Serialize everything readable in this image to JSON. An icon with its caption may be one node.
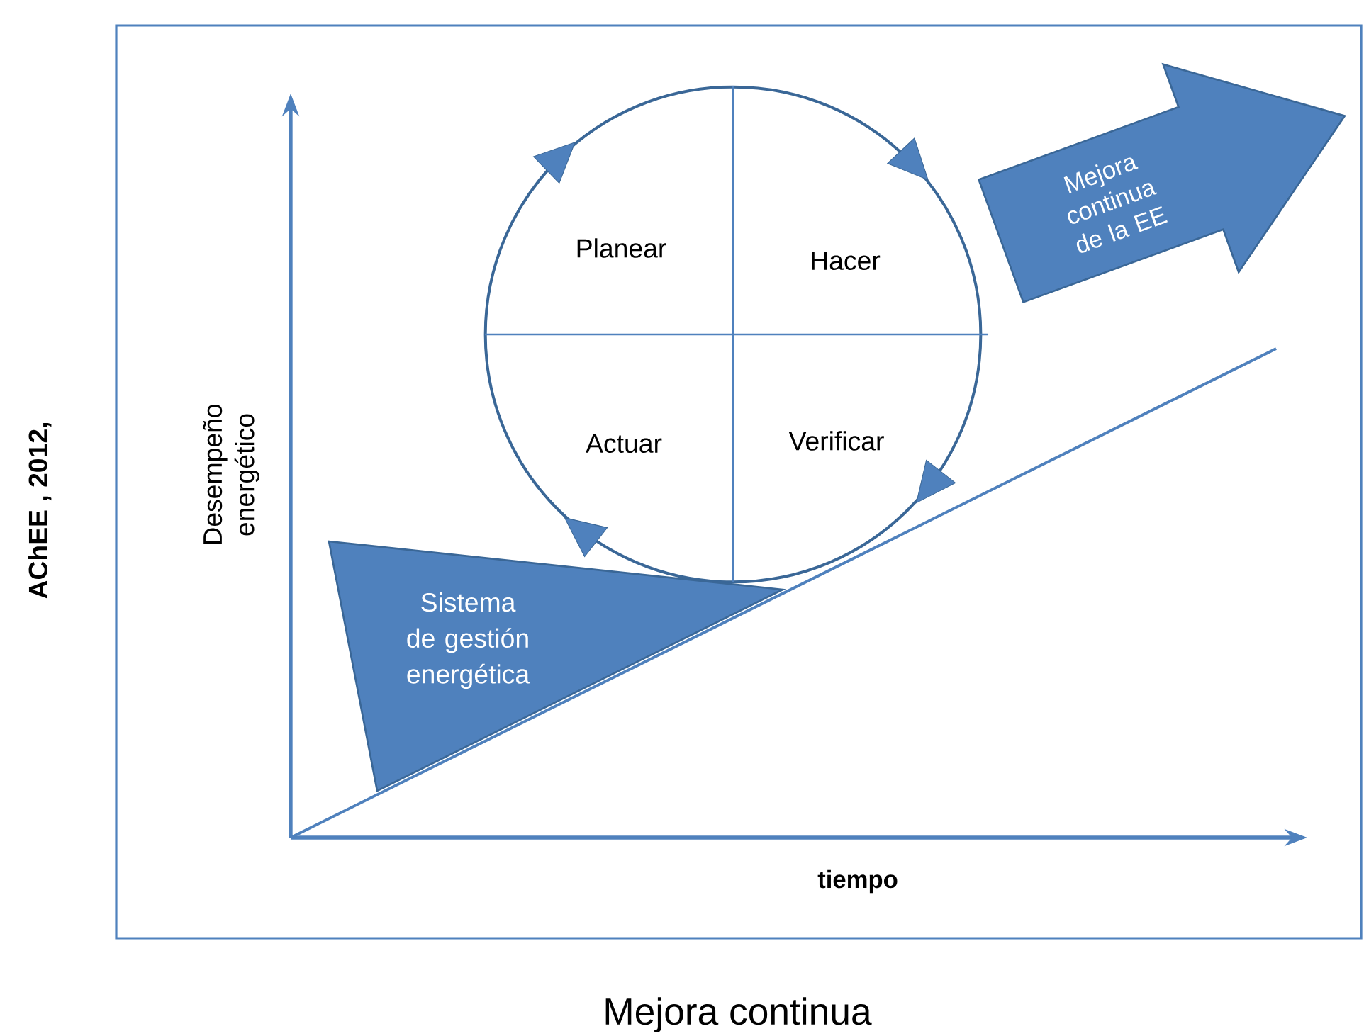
{
  "diagram": {
    "caption": "Mejora continua",
    "nodes": [
      {
        "text": [
          "Planear",
          "Hacer",
          "Actuar",
          "Verificar"
        ]
      },
      {
        "text": [
          "Sistema de gestión energética"
        ]
      },
      {
        "text": [
          "Mejora continua de la EE"
        ]
      }
    ],
    "labels": [
      "AChEE , 2012,",
      "Desempeño energético",
      "tiempo"
    ]
  }
}
